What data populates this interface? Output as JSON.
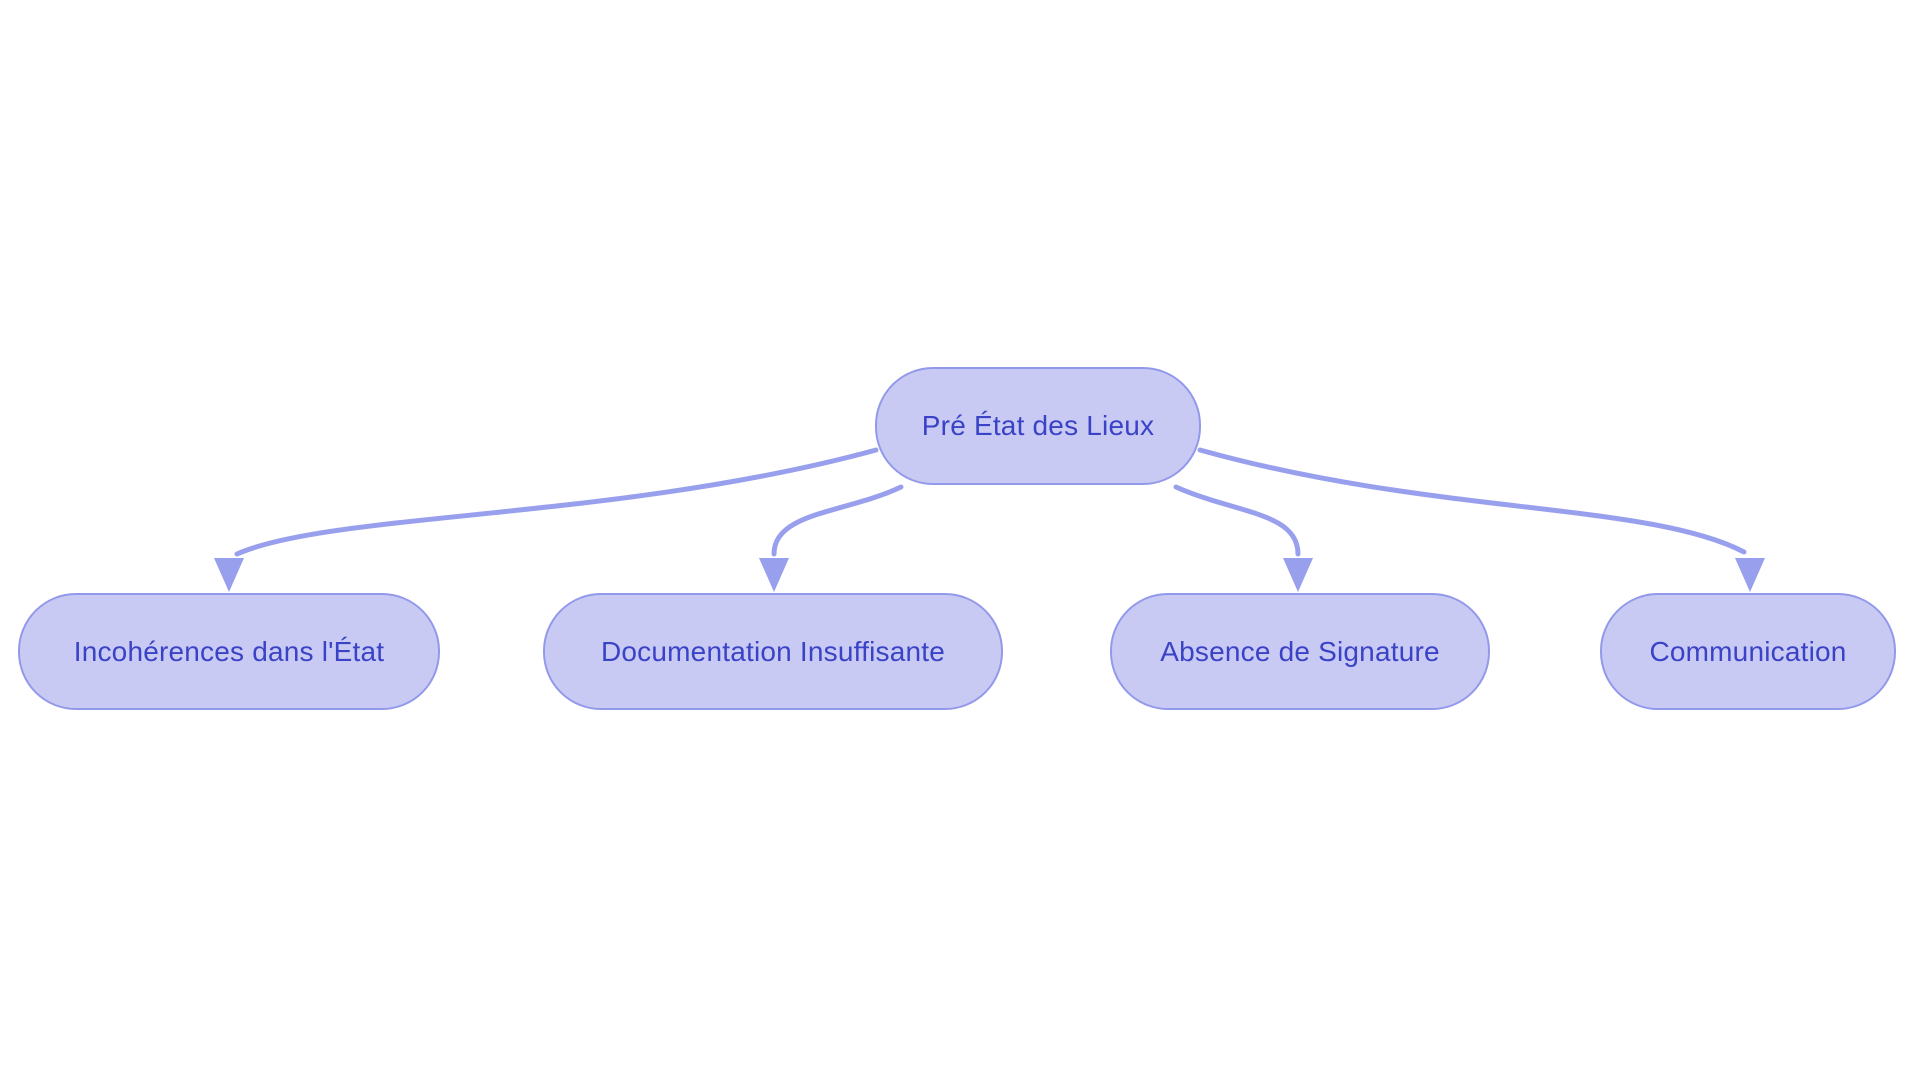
{
  "diagram": {
    "type": "flowchart",
    "direction": "top-down",
    "root": {
      "label": "Pré État des Lieux"
    },
    "children": [
      {
        "label": "Incohérences dans l'État"
      },
      {
        "label": "Documentation Insuffisante"
      },
      {
        "label": "Absence de Signature"
      },
      {
        "label": "Communication"
      }
    ],
    "edges": [
      {
        "from": "Pré État des Lieux",
        "to": "Incohérences dans l'État"
      },
      {
        "from": "Pré État des Lieux",
        "to": "Documentation Insuffisante"
      },
      {
        "from": "Pré État des Lieux",
        "to": "Absence de Signature"
      },
      {
        "from": "Pré État des Lieux",
        "to": "Communication"
      }
    ],
    "colors": {
      "background": "#ffffff",
      "node_fill": "#c8caf4",
      "node_border": "#9399ea",
      "edge": "#98a0ee",
      "text": "#3a42c6"
    }
  }
}
